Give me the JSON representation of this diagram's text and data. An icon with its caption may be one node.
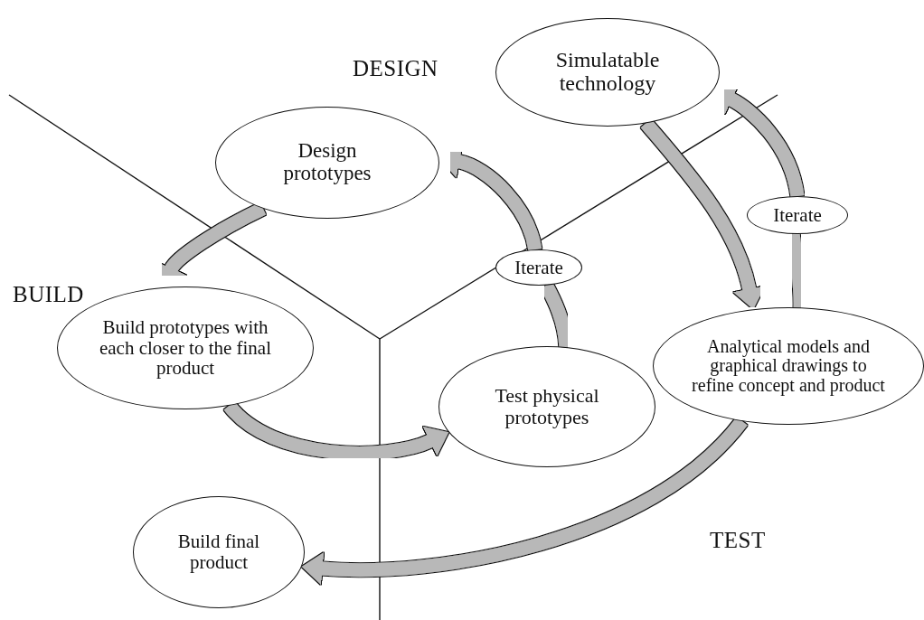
{
  "diagram": {
    "nodes": [
      {
        "text": [
          "Simulatable technology"
        ]
      },
      {
        "text": [
          "Design prototypes"
        ]
      },
      {
        "text": [
          "Build prototypes with each closer to the final product"
        ]
      },
      {
        "text": [
          "Test physical prototypes"
        ]
      },
      {
        "text": [
          "Analytical models and graphical drawings to refine concept and product"
        ]
      },
      {
        "text": [
          "Build final product"
        ]
      },
      {
        "text": [
          "Iterate"
        ]
      },
      {
        "text": [
          "Iterate"
        ]
      }
    ],
    "edges": [
      {
        "from": 1,
        "to": 2,
        "arrow": "to"
      },
      {
        "from": 2,
        "to": 3,
        "arrow": "to"
      },
      {
        "from": 3,
        "to": 6,
        "arrow": "none"
      },
      {
        "from": 6,
        "to": 1,
        "arrow": "to"
      },
      {
        "from": 0,
        "to": 4,
        "arrow": "to"
      },
      {
        "from": 4,
        "to": 7,
        "arrow": "none"
      },
      {
        "from": 7,
        "to": 0,
        "arrow": "to"
      },
      {
        "from": 4,
        "to": 5,
        "arrow": "to"
      }
    ],
    "labels": [
      "DESIGN",
      "BUILD",
      "TEST"
    ]
  }
}
